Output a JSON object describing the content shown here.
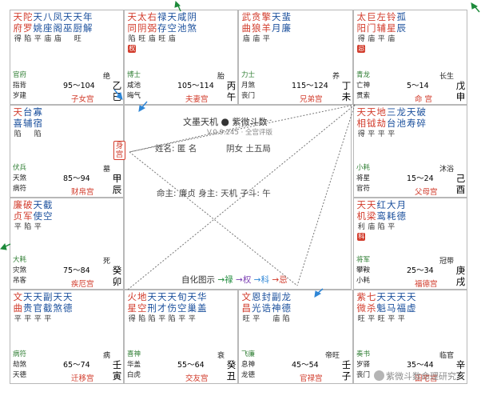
{
  "colors": {
    "main_star": "#d23c2c",
    "aux_star": "#1a4f9c",
    "minor_star": "#2e7d32",
    "palace_name": "#d23c2c",
    "hua_badge_bg": "#d23c2c",
    "line_color": "#707070",
    "arrow_blue": "#2f86d6",
    "arrow_green": "#1d8a3a"
  },
  "center": {
    "title": "文墨天机",
    "title2": "紫微斗数",
    "version": "V.0.9.245 · 全宫评版",
    "name_line": "姓名: 匿 名",
    "yinyang_line": "阴女 土五局",
    "ming_line": "命主: 廉贞 身主: 天机 子斗: 午",
    "legend": {
      "prefix": "自化图示",
      "lu": "禄",
      "quan": "权",
      "ke": "科",
      "ji": "忌"
    }
  },
  "shengong_badge": "身宫",
  "watermark": "紫微斗数命理研究",
  "palaces": [
    {
      "id": "zinv",
      "stars": [
        {
          "t": "天",
          "c": "main",
          "b": "得"
        },
        {
          "t": "陀",
          "c": "main",
          "b": "陷"
        },
        {
          "t": "天",
          "c": "aux",
          "b": "平"
        },
        {
          "t": "八",
          "c": "aux",
          "b": "庙"
        },
        {
          "t": "凤",
          "c": "aux",
          "b": "庙"
        },
        {
          "t": "天",
          "c": "aux",
          "b": ""
        },
        {
          "t": "天",
          "c": "aux",
          "b": "旺"
        },
        {
          "t": "年",
          "c": "aux",
          "b": ""
        }
      ],
      "stars2": [
        {
          "t": "府",
          "c": "main"
        },
        {
          "t": "罗",
          "c": "main"
        },
        {
          "t": "姚",
          "c": "aux"
        },
        {
          "t": "座",
          "c": "aux"
        },
        {
          "t": "阁",
          "c": "aux"
        },
        {
          "t": "巫",
          "c": "aux"
        },
        {
          "t": "厨",
          "c": "aux"
        },
        {
          "t": "解",
          "c": "aux"
        }
      ],
      "deco": [
        "官府",
        "指背",
        "岁建"
      ],
      "age": "95～104",
      "name": "子女宫",
      "shi": "绝",
      "gan": [
        "乙",
        "巳"
      ]
    },
    {
      "id": "fuqi",
      "stars": [
        {
          "t": "天",
          "c": "main",
          "b": "陷",
          "hua": "权"
        },
        {
          "t": "太",
          "c": "main",
          "b": "旺"
        },
        {
          "t": "右",
          "c": "main",
          "b": "庙"
        },
        {
          "t": "禄",
          "c": "aux",
          "b": "旺"
        },
        {
          "t": "天",
          "c": "aux",
          "b": "庙"
        },
        {
          "t": "咸",
          "c": "aux",
          "b": ""
        },
        {
          "t": "阴",
          "c": "aux",
          "b": ""
        }
      ],
      "stars2": [
        {
          "t": "同",
          "c": "main"
        },
        {
          "t": "阴",
          "c": "main"
        },
        {
          "t": "弼",
          "c": "main"
        },
        {
          "t": "存",
          "c": "aux"
        },
        {
          "t": "空",
          "c": "aux"
        },
        {
          "t": "池",
          "c": "aux"
        },
        {
          "t": "煞",
          "c": "aux"
        }
      ],
      "deco": [
        "博士",
        "咸池",
        "晦气"
      ],
      "age": "105～114",
      "name": "夫妻宫",
      "shi": "胎",
      "gan": [
        "丙",
        "午"
      ]
    },
    {
      "id": "xiongdi",
      "stars": [
        {
          "t": "武",
          "c": "main",
          "b": "庙"
        },
        {
          "t": "贪",
          "c": "main",
          "b": "庙"
        },
        {
          "t": "擎",
          "c": "main",
          "b": "平"
        },
        {
          "t": "天",
          "c": "aux",
          "b": ""
        },
        {
          "t": "蜚",
          "c": "aux",
          "b": ""
        }
      ],
      "stars2": [
        {
          "t": "曲",
          "c": "main"
        },
        {
          "t": "狼",
          "c": "main"
        },
        {
          "t": "羊",
          "c": "main"
        },
        {
          "t": "月",
          "c": "aux"
        },
        {
          "t": "廉",
          "c": "aux"
        }
      ],
      "deco": [
        "力士",
        "月煞",
        "丧门"
      ],
      "age": "115～124",
      "name": "兄弟宫",
      "shi": "养",
      "gan": [
        "丁",
        "未"
      ]
    },
    {
      "id": "ming",
      "stars": [
        {
          "t": "太",
          "c": "main",
          "b": "得",
          "hua": "忌"
        },
        {
          "t": "巨",
          "c": "main",
          "b": "庙"
        },
        {
          "t": "左",
          "c": "main",
          "b": "平"
        },
        {
          "t": "铃",
          "c": "main",
          "b": "庙"
        },
        {
          "t": "孤",
          "c": "aux",
          "b": ""
        }
      ],
      "stars2": [
        {
          "t": "阳",
          "c": "main"
        },
        {
          "t": "门",
          "c": "main"
        },
        {
          "t": "辅",
          "c": "main"
        },
        {
          "t": "星",
          "c": "main"
        },
        {
          "t": "辰",
          "c": "aux"
        }
      ],
      "deco": [
        "青龙",
        "亡神",
        "贯索"
      ],
      "age": "5～14",
      "name": "命 宫",
      "shi": "长生",
      "gan": [
        "戊",
        "申"
      ]
    },
    {
      "id": "caibo",
      "stars": [
        {
          "t": "天",
          "c": "main",
          "b": "陷"
        },
        {
          "t": "台",
          "c": "aux",
          "b": ""
        },
        {
          "t": "寡",
          "c": "aux",
          "b": "陷"
        }
      ],
      "stars2": [
        {
          "t": "喜",
          "c": "aux"
        },
        {
          "t": "辅",
          "c": "aux"
        },
        {
          "t": "宿",
          "c": "aux"
        }
      ],
      "deco": [
        "伏兵",
        "天煞",
        "病符"
      ],
      "age": "85～94",
      "name": "财帛宫",
      "shi": "墓",
      "gan": [
        "甲",
        "辰"
      ]
    },
    {
      "id": "fumu",
      "stars": [
        {
          "t": "天",
          "c": "main",
          "b": "得"
        },
        {
          "t": "天",
          "c": "main",
          "b": "平"
        },
        {
          "t": "地",
          "c": "main",
          "b": "平"
        },
        {
          "t": "三",
          "c": "aux",
          "b": "平"
        },
        {
          "t": "龙",
          "c": "aux",
          "b": ""
        },
        {
          "t": "天",
          "c": "aux",
          "b": ""
        },
        {
          "t": "破",
          "c": "aux",
          "b": ""
        }
      ],
      "stars2": [
        {
          "t": "相",
          "c": "main"
        },
        {
          "t": "钺",
          "c": "main"
        },
        {
          "t": "劫",
          "c": "main"
        },
        {
          "t": "台",
          "c": "aux"
        },
        {
          "t": "池",
          "c": "aux"
        },
        {
          "t": "寿",
          "c": "aux"
        },
        {
          "t": "碎",
          "c": "aux"
        }
      ],
      "deco": [
        "小耗",
        "将星",
        "官符"
      ],
      "age": "15～24",
      "name": "父母宫",
      "shi": "沐浴",
      "gan": [
        "己",
        "酉"
      ]
    },
    {
      "id": "jie",
      "stars": [
        {
          "t": "廉",
          "c": "main",
          "b": "平"
        },
        {
          "t": "破",
          "c": "main",
          "b": "陷"
        },
        {
          "t": "天",
          "c": "aux",
          "b": "平"
        },
        {
          "t": "截",
          "c": "aux",
          "b": ""
        }
      ],
      "stars2": [
        {
          "t": "贞",
          "c": "main"
        },
        {
          "t": "军",
          "c": "main"
        },
        {
          "t": "使",
          "c": "aux"
        },
        {
          "t": "空",
          "c": "aux"
        }
      ],
      "deco": [
        "大耗",
        "灾煞",
        "吊客"
      ],
      "age": "75～84",
      "name": "疾厄宫",
      "shi": "死",
      "gan": [
        "癸",
        "卯"
      ]
    },
    {
      "id": "fude",
      "stars": [
        {
          "t": "天",
          "c": "main",
          "b": "利",
          "hua": "科"
        },
        {
          "t": "天",
          "c": "main",
          "b": "庙"
        },
        {
          "t": "红",
          "c": "aux",
          "b": "陷"
        },
        {
          "t": "大",
          "c": "aux",
          "b": "平"
        },
        {
          "t": "月",
          "c": "aux",
          "b": ""
        }
      ],
      "stars2": [
        {
          "t": "机",
          "c": "main"
        },
        {
          "t": "梁",
          "c": "main"
        },
        {
          "t": "鸾",
          "c": "aux"
        },
        {
          "t": "耗",
          "c": "aux"
        },
        {
          "t": "德",
          "c": "aux"
        }
      ],
      "deco": [
        "将军",
        "攀鞍",
        "小耗"
      ],
      "age": "25～34",
      "name": "福德宫",
      "shi": "冠带",
      "gan": [
        "庚",
        "戌"
      ]
    },
    {
      "id": "qianyi",
      "stars": [
        {
          "t": "文",
          "c": "main",
          "b": "平"
        },
        {
          "t": "天",
          "c": "aux",
          "b": "平"
        },
        {
          "t": "天",
          "c": "aux",
          "b": "平"
        },
        {
          "t": "副",
          "c": "aux",
          "b": "平"
        },
        {
          "t": "天",
          "c": "aux",
          "b": ""
        },
        {
          "t": "天",
          "c": "aux",
          "b": ""
        }
      ],
      "stars2": [
        {
          "t": "曲",
          "c": "main"
        },
        {
          "t": "贵",
          "c": "aux"
        },
        {
          "t": "官",
          "c": "aux"
        },
        {
          "t": "截",
          "c": "aux"
        },
        {
          "t": "煞",
          "c": "aux"
        },
        {
          "t": "德",
          "c": "aux"
        }
      ],
      "deco": [
        "病符",
        "劫煞",
        "天德"
      ],
      "age": "65～74",
      "name": "迁移宫",
      "shi": "病",
      "gan": [
        "壬",
        "寅"
      ]
    },
    {
      "id": "jiaoyou",
      "stars": [
        {
          "t": "火",
          "c": "main",
          "b": "得"
        },
        {
          "t": "地",
          "c": "main",
          "b": "陷"
        },
        {
          "t": "天",
          "c": "aux",
          "b": "陷"
        },
        {
          "t": "天",
          "c": "aux",
          "b": "平"
        },
        {
          "t": "天",
          "c": "aux",
          "b": "陷"
        },
        {
          "t": "旬",
          "c": "aux",
          "b": "平"
        },
        {
          "t": "天",
          "c": "aux",
          "b": "平"
        },
        {
          "t": "华",
          "c": "aux",
          "b": ""
        }
      ],
      "stars2": [
        {
          "t": "星",
          "c": "main"
        },
        {
          "t": "空",
          "c": "main"
        },
        {
          "t": "刑",
          "c": "aux"
        },
        {
          "t": "才",
          "c": "aux"
        },
        {
          "t": "伤",
          "c": "aux"
        },
        {
          "t": "空",
          "c": "aux"
        },
        {
          "t": "巢",
          "c": "aux"
        },
        {
          "t": "盖",
          "c": "aux"
        }
      ],
      "deco": [
        "喜神",
        "华盖",
        "白虎"
      ],
      "age": "55～64",
      "name": "交友宫",
      "shi": "衰",
      "gan": [
        "癸",
        "丑"
      ]
    },
    {
      "id": "guanlu",
      "stars": [
        {
          "t": "文",
          "c": "main",
          "b": "旺"
        },
        {
          "t": "恩",
          "c": "aux",
          "b": "平"
        },
        {
          "t": "封",
          "c": "aux",
          "b": ""
        },
        {
          "t": "副",
          "c": "aux",
          "b": "庙"
        },
        {
          "t": "龙",
          "c": "aux",
          "b": "陷"
        }
      ],
      "stars2": [
        {
          "t": "昌",
          "c": "main"
        },
        {
          "t": "光",
          "c": "aux"
        },
        {
          "t": "诰",
          "c": "aux"
        },
        {
          "t": "神",
          "c": "aux"
        },
        {
          "t": "德",
          "c": "aux"
        }
      ],
      "deco": [
        "飞廉",
        "息神",
        "龙德"
      ],
      "age": "45～54",
      "name": "官禄宫",
      "shi": "帝旺",
      "gan": [
        "壬",
        "子"
      ]
    },
    {
      "id": "tianzhai",
      "stars": [
        {
          "t": "紫",
          "c": "main",
          "b": "旺"
        },
        {
          "t": "七",
          "c": "main",
          "b": "平"
        },
        {
          "t": "天",
          "c": "aux",
          "b": "旺"
        },
        {
          "t": "天",
          "c": "aux",
          "b": "平"
        },
        {
          "t": "天",
          "c": "aux",
          "b": "平"
        },
        {
          "t": "天",
          "c": "aux",
          "b": ""
        }
      ],
      "stars2": [
        {
          "t": "微",
          "c": "main"
        },
        {
          "t": "杀",
          "c": "main"
        },
        {
          "t": "魁",
          "c": "aux"
        },
        {
          "t": "马",
          "c": "aux"
        },
        {
          "t": "福",
          "c": "aux"
        },
        {
          "t": "虚",
          "c": "aux"
        }
      ],
      "deco": [
        "奏书",
        "岁驿",
        "丧门"
      ],
      "age": "35～44",
      "name": "田宅宫",
      "shi": "临官",
      "gan": [
        "辛",
        "亥"
      ]
    }
  ]
}
